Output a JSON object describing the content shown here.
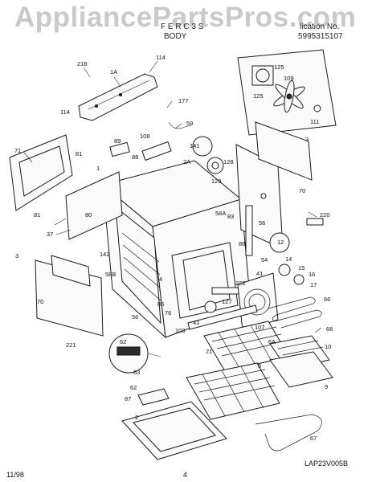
{
  "watermark": "AppliancePartsPros.com",
  "header": {
    "section_code": "F  E  R  C  3  S",
    "section_name": "BODY",
    "publication_label": "lication No.",
    "publication_number": "5995315107"
  },
  "footer": {
    "date": "11/98",
    "page": "4",
    "drawing_id": "LAP23V005B"
  },
  "callouts": [
    {
      "id": "c-218",
      "text": "218"
    },
    {
      "id": "c-1A",
      "text": "1A"
    },
    {
      "id": "c-114a",
      "text": "114"
    },
    {
      "id": "c-114b",
      "text": "114"
    },
    {
      "id": "c-177",
      "text": "177"
    },
    {
      "id": "c-59",
      "text": "59"
    },
    {
      "id": "c-125a",
      "text": "125"
    },
    {
      "id": "c-109",
      "text": "109"
    },
    {
      "id": "c-125b",
      "text": "125"
    },
    {
      "id": "c-111",
      "text": "111"
    },
    {
      "id": "c-71",
      "text": "71"
    },
    {
      "id": "c-81a",
      "text": "81"
    },
    {
      "id": "c-89",
      "text": "89"
    },
    {
      "id": "c-108",
      "text": "108"
    },
    {
      "id": "c-88",
      "text": "88"
    },
    {
      "id": "c-141",
      "text": "141"
    },
    {
      "id": "c-2A",
      "text": "2A"
    },
    {
      "id": "c-128",
      "text": "128"
    },
    {
      "id": "c-129",
      "text": "129"
    },
    {
      "id": "c-3a",
      "text": "3"
    },
    {
      "id": "c-70a",
      "text": "70"
    },
    {
      "id": "c-1",
      "text": "1"
    },
    {
      "id": "c-81b",
      "text": "81"
    },
    {
      "id": "c-80",
      "text": "80"
    },
    {
      "id": "c-37",
      "text": "37"
    },
    {
      "id": "c-58A",
      "text": "58A"
    },
    {
      "id": "c-83",
      "text": "83"
    },
    {
      "id": "c-220",
      "text": "220"
    },
    {
      "id": "c-56a",
      "text": "56"
    },
    {
      "id": "c-12",
      "text": "12"
    },
    {
      "id": "c-86a",
      "text": "86"
    },
    {
      "id": "c-3b",
      "text": "3"
    },
    {
      "id": "c-142",
      "text": "142"
    },
    {
      "id": "c-14",
      "text": "14"
    },
    {
      "id": "c-54",
      "text": "54"
    },
    {
      "id": "c-15",
      "text": "15"
    },
    {
      "id": "c-16",
      "text": "16"
    },
    {
      "id": "c-41a",
      "text": "41"
    },
    {
      "id": "c-17",
      "text": "17"
    },
    {
      "id": "c-58B",
      "text": "58B"
    },
    {
      "id": "c-4",
      "text": "4"
    },
    {
      "id": "c-222",
      "text": "222"
    },
    {
      "id": "c-86b",
      "text": "86"
    },
    {
      "id": "c-127",
      "text": "127"
    },
    {
      "id": "c-66",
      "text": "66"
    },
    {
      "id": "c-70b",
      "text": "70"
    },
    {
      "id": "c-76",
      "text": "76"
    },
    {
      "id": "c-56b",
      "text": "56"
    },
    {
      "id": "c-41b",
      "text": "41"
    },
    {
      "id": "c-103",
      "text": "103"
    },
    {
      "id": "c-107",
      "text": "107"
    },
    {
      "id": "c-68",
      "text": "68"
    },
    {
      "id": "c-221",
      "text": "221"
    },
    {
      "id": "c-21",
      "text": "21"
    },
    {
      "id": "c-6A",
      "text": "6A"
    },
    {
      "id": "c-10",
      "text": "10"
    },
    {
      "id": "c-62a",
      "text": "62"
    },
    {
      "id": "c-63",
      "text": "63"
    },
    {
      "id": "c-6",
      "text": "6"
    },
    {
      "id": "c-9",
      "text": "9"
    },
    {
      "id": "c-62b",
      "text": "62"
    },
    {
      "id": "c-87",
      "text": "87"
    },
    {
      "id": "c-2",
      "text": "2"
    },
    {
      "id": "c-67",
      "text": "67"
    }
  ]
}
